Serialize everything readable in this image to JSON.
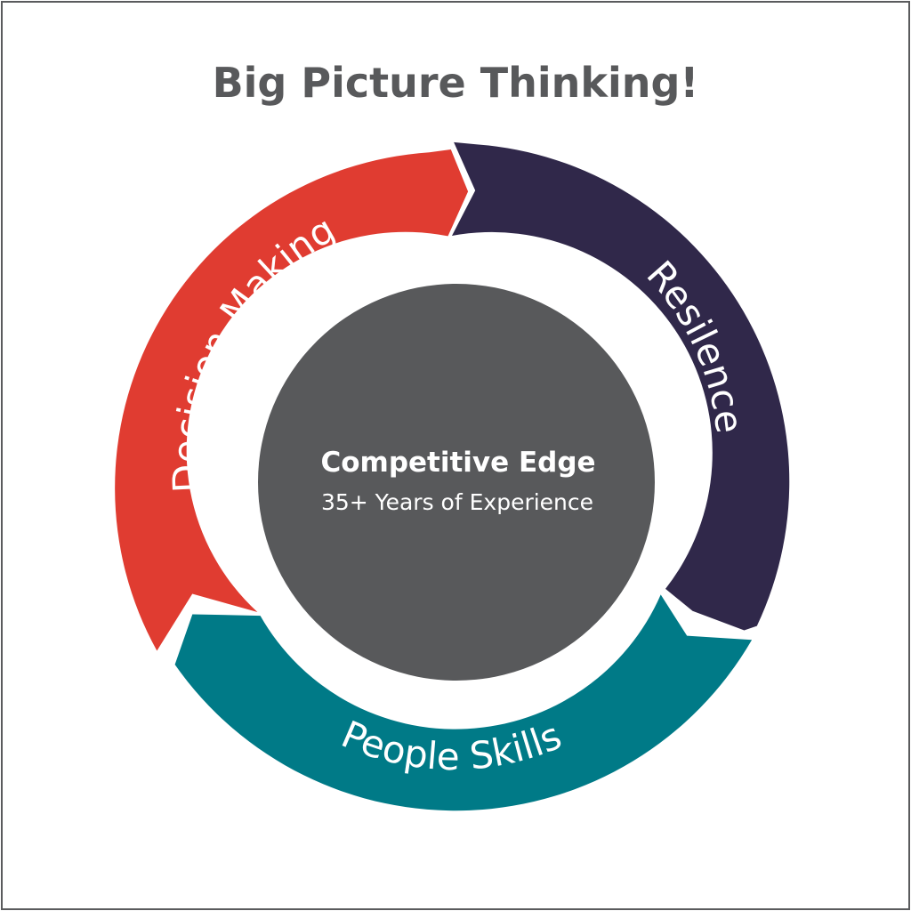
{
  "title": "Big Picture Thinking!",
  "segments": [
    {
      "label": "Decision-Making",
      "color": "#e03c31"
    },
    {
      "label": "Resilence",
      "color": "#30284a"
    },
    {
      "label": "People Skills",
      "color": "#007a87"
    }
  ],
  "center": {
    "title": "Competitive Edge",
    "subtitle": "35+ Years of Experience",
    "color": "#58595b"
  },
  "colors": {
    "frame": "#5a5b5d",
    "title": "#58595b"
  }
}
